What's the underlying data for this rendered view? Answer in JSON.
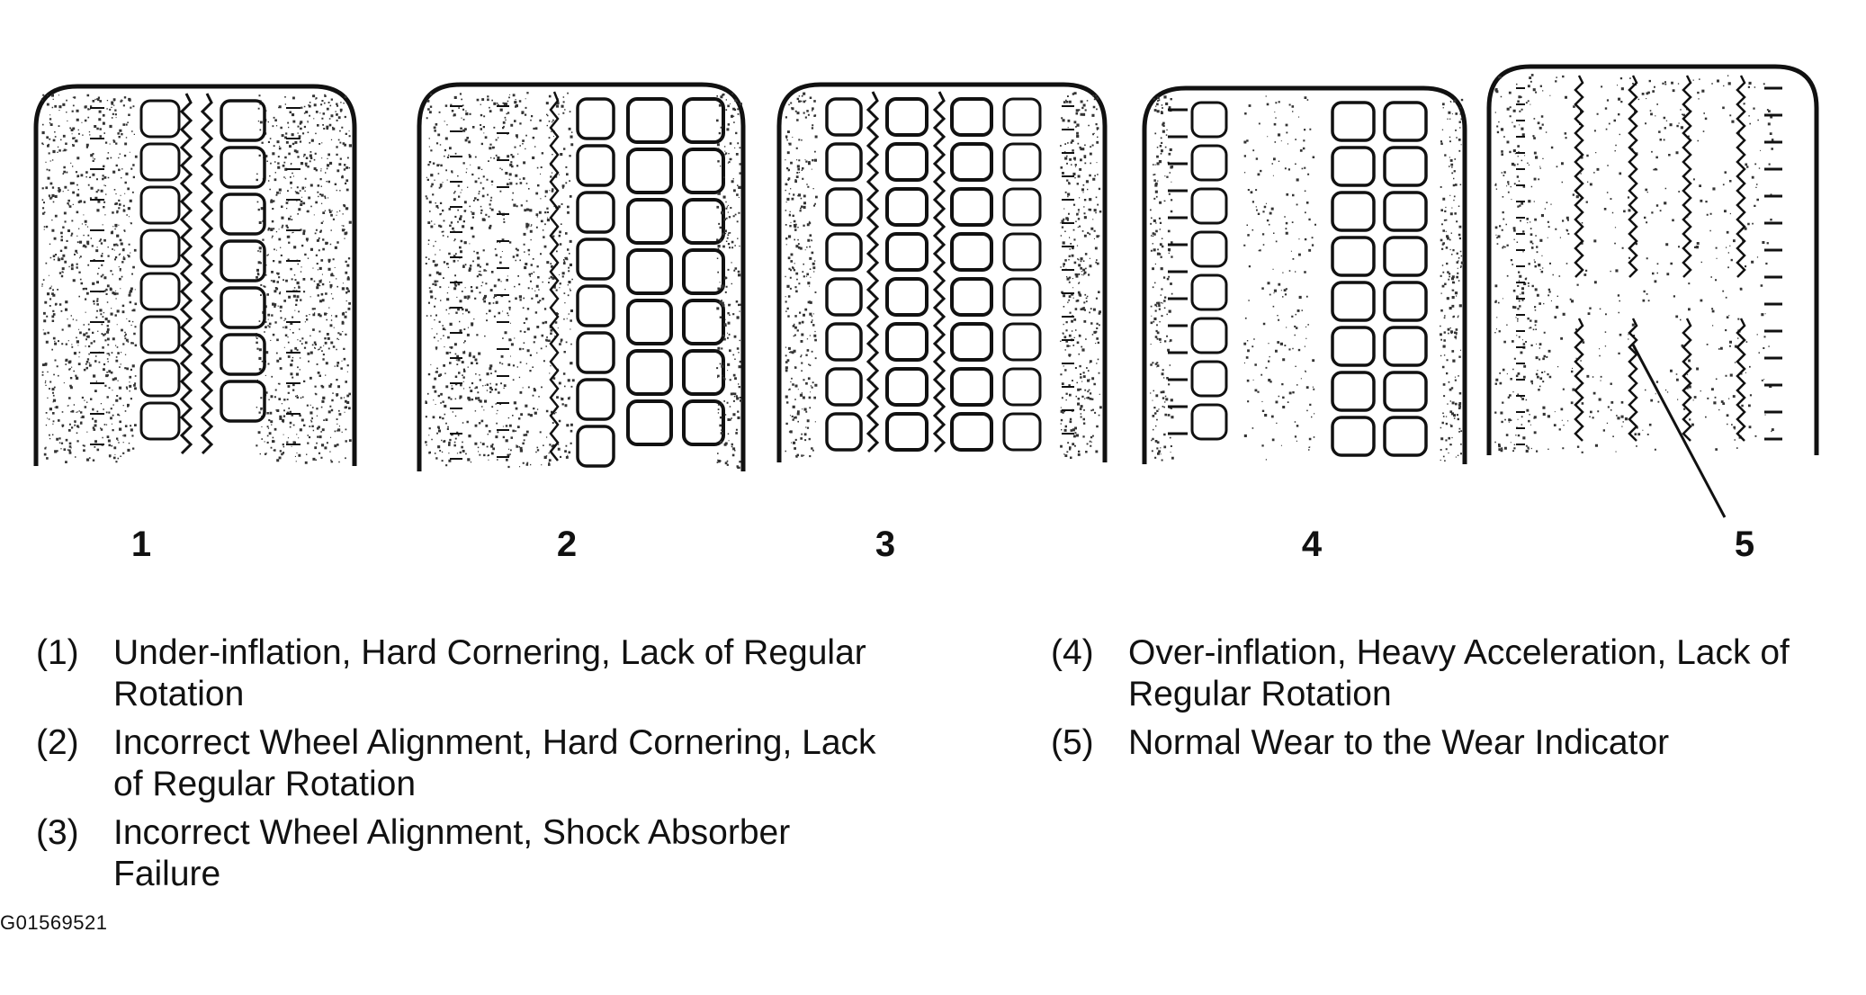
{
  "tires": [
    {
      "number": "1",
      "pattern": "under-inflation-wear",
      "worn_zone": "outer-shoulders"
    },
    {
      "number": "2",
      "pattern": "one-side-wear",
      "worn_zone": "left-side"
    },
    {
      "number": "3",
      "pattern": "cupping-wear",
      "worn_zone": "shoulders-scalloped"
    },
    {
      "number": "4",
      "pattern": "over-inflation-wear",
      "worn_zone": "center"
    },
    {
      "number": "5",
      "pattern": "normal-wear-indicator",
      "worn_zone": "even"
    }
  ],
  "legend": [
    {
      "num": "(1)",
      "text": "Under-inflation, Hard Cornering, Lack of Regular Rotation"
    },
    {
      "num": "(2)",
      "text": "Incorrect Wheel Alignment, Hard Cornering, Lack of Regular Rotation"
    },
    {
      "num": "(3)",
      "text": "Incorrect Wheel Alignment, Shock Absorber Failure"
    },
    {
      "num": "(4)",
      "text": "Over-inflation, Heavy Acceleration, Lack of Regular Rotation"
    },
    {
      "num": "(5)",
      "text": "Normal Wear to the Wear Indicator"
    }
  ],
  "figure_code": "G01569521",
  "colors": {
    "ink": "#111111",
    "background": "#ffffff",
    "speckle": "#333333"
  }
}
